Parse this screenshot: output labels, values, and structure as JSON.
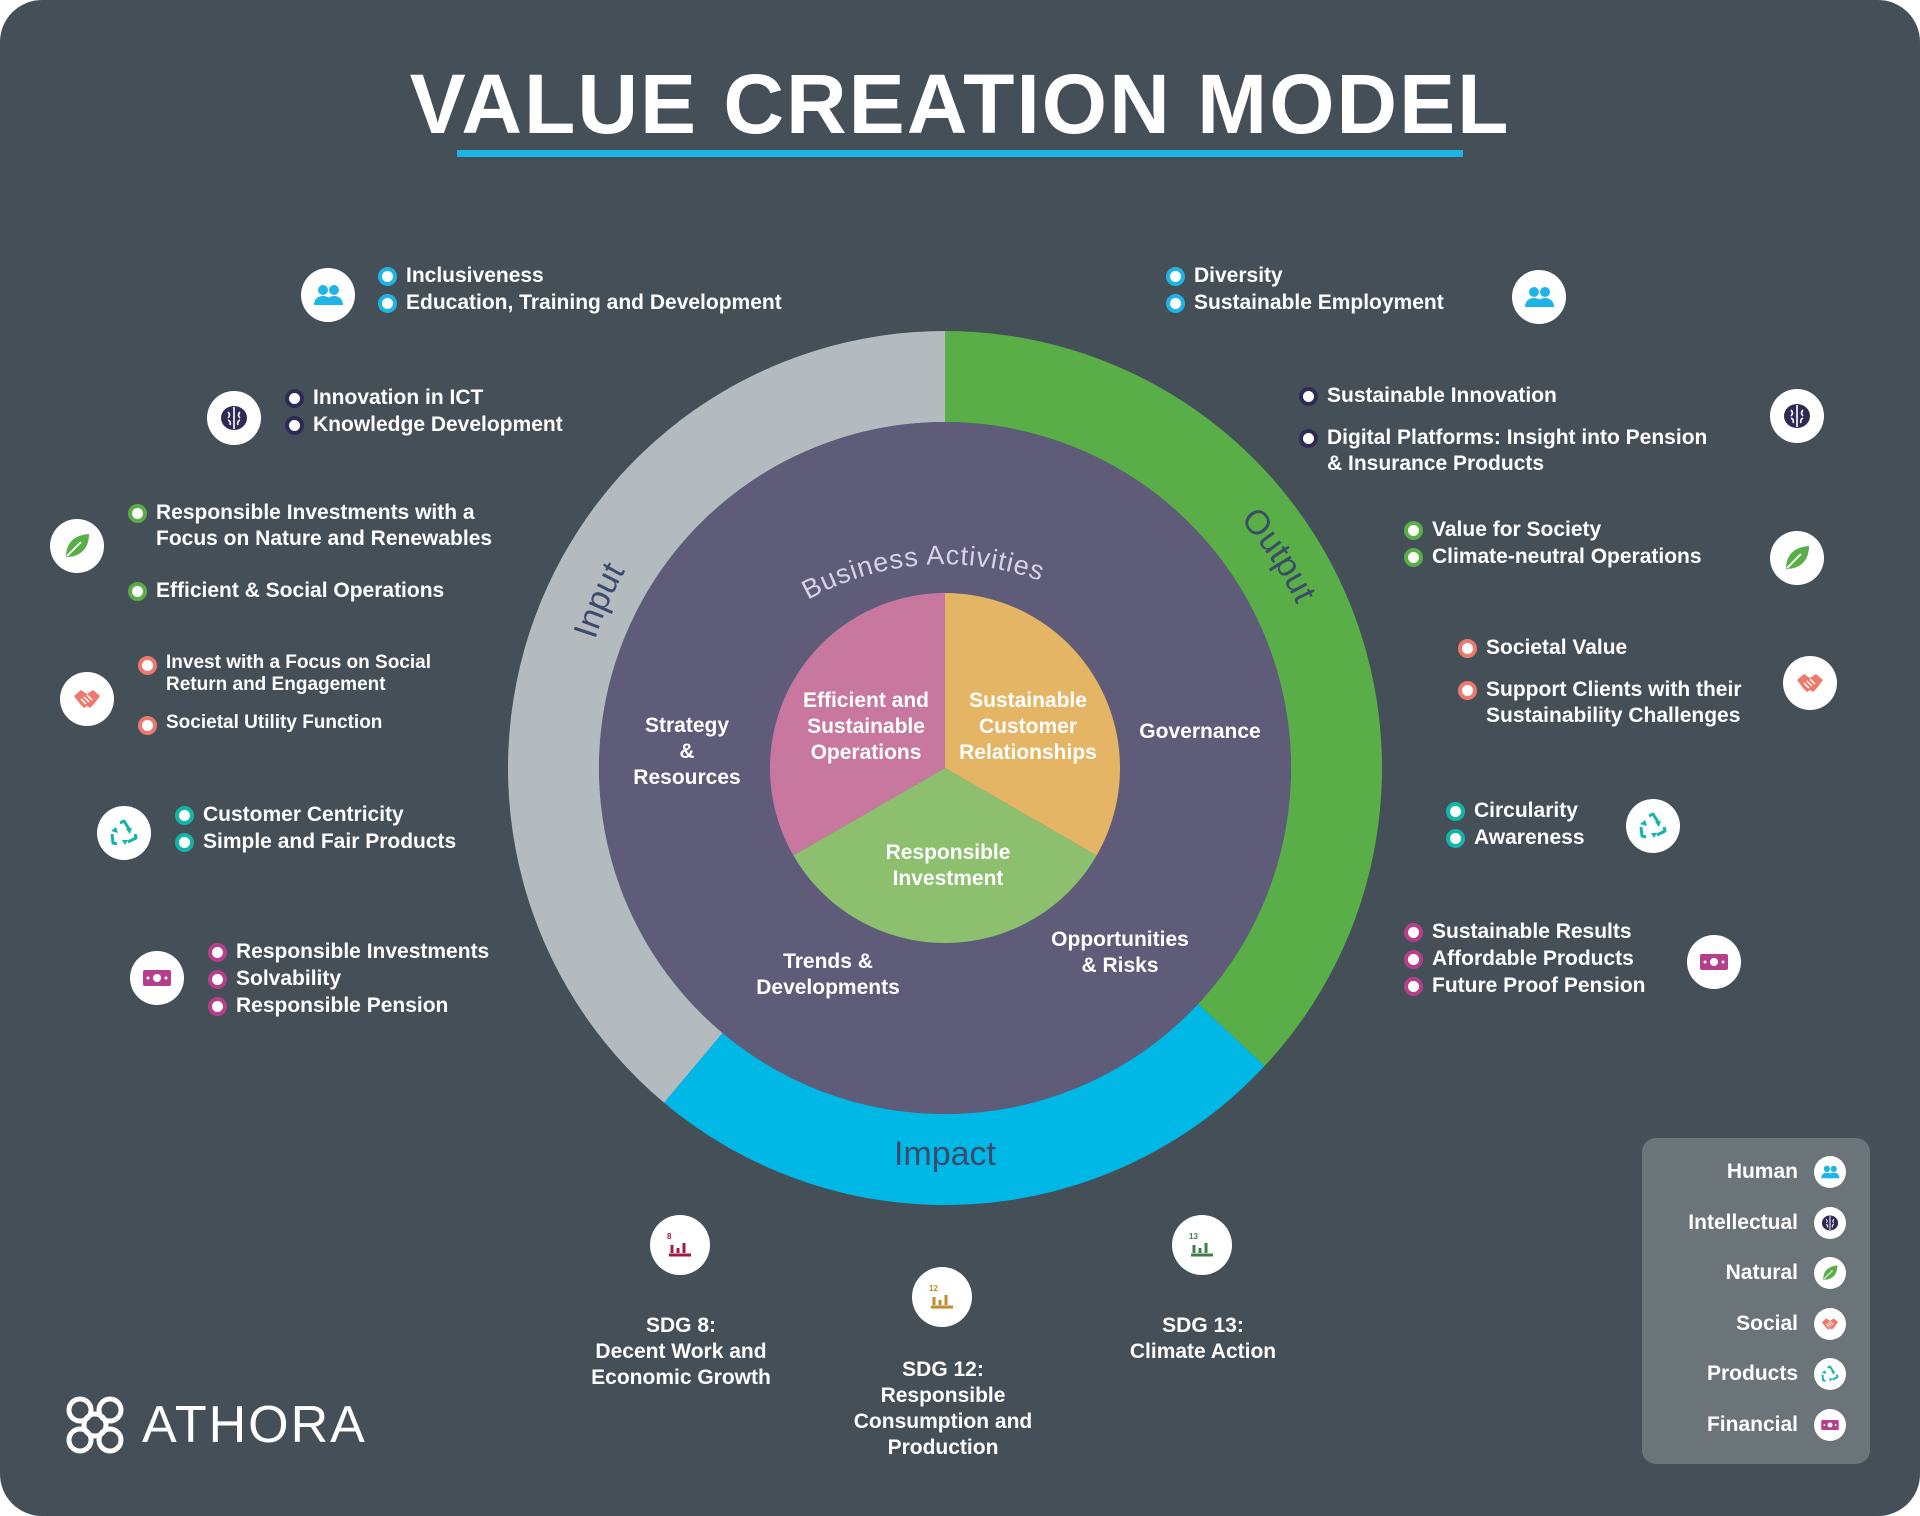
{
  "title": "VALUE CREATION MODEL",
  "brand": {
    "name": "ATHORA",
    "logo_icon": "knot-logo-icon"
  },
  "colors": {
    "background": "#444f57",
    "human": "#1fb4e6",
    "intellectual": "#2e2a56",
    "natural": "#5aae47",
    "social": "#ec7a6c",
    "products": "#13b5a8",
    "financial": "#b63f8d",
    "input_ring": "#b3bbbe",
    "output_ring": "#5aae47",
    "impact_ring": "#00b8e6",
    "business_disc": "#5f5c7a",
    "pie_operations": "#c8779f",
    "pie_relationships": "#e4b564",
    "pie_investment": "#8cc06f"
  },
  "diagram": {
    "rings": {
      "input": "Input",
      "output": "Output",
      "impact": "Impact"
    },
    "business_activities": "Business Activities",
    "segments": {
      "strategy": "Strategy\n&\nResources",
      "governance": "Governance",
      "trends": "Trends &\nDevelopments",
      "opportunities": "Opportunities\n& Risks"
    },
    "core": {
      "operations": "Efficient and\nSustainable\nOperations",
      "relationships": "Sustainable\nCustomer\nRelationships",
      "investment": "Responsible\nInvestment"
    }
  },
  "inputs": [
    {
      "capital": "human",
      "icon": "people-icon",
      "items": [
        "Inclusiveness",
        "Education, Training and Development"
      ]
    },
    {
      "capital": "intellectual",
      "icon": "brain-icon",
      "items": [
        "Innovation in ICT",
        "Knowledge Development"
      ]
    },
    {
      "capital": "natural",
      "icon": "leaf-icon",
      "items": [
        "Responsible Investments with a\nFocus on Nature and Renewables",
        "Efficient & Social Operations"
      ]
    },
    {
      "capital": "social",
      "icon": "handshake-icon",
      "items": [
        "Invest with a Focus on Social\nReturn and Engagement",
        "Societal Utility Function"
      ]
    },
    {
      "capital": "products",
      "icon": "recycle-icon",
      "items": [
        "Customer Centricity",
        "Simple and Fair Products"
      ]
    },
    {
      "capital": "financial",
      "icon": "banknote-icon",
      "items": [
        "Responsible Investments",
        "Solvability",
        "Responsible Pension"
      ]
    }
  ],
  "outputs": [
    {
      "capital": "human",
      "icon": "people-icon",
      "items": [
        "Diversity",
        "Sustainable Employment"
      ]
    },
    {
      "capital": "intellectual",
      "icon": "brain-icon",
      "items": [
        "Sustainable Innovation",
        "Digital Platforms: Insight into Pension\n& Insurance Products"
      ]
    },
    {
      "capital": "natural",
      "icon": "leaf-icon",
      "items": [
        "Value for Society",
        "Climate-neutral Operations"
      ]
    },
    {
      "capital": "social",
      "icon": "handshake-icon",
      "items": [
        "Societal Value",
        "Support Clients with their\nSustainability Challenges"
      ]
    },
    {
      "capital": "products",
      "icon": "recycle-icon",
      "items": [
        "Circularity",
        "Awareness"
      ]
    },
    {
      "capital": "financial",
      "icon": "banknote-icon",
      "items": [
        "Sustainable Results",
        "Affordable Products",
        "Future Proof Pension"
      ]
    }
  ],
  "impacts": [
    {
      "label": "SDG 8:\nDecent Work and\nEconomic Growth",
      "icon": "sdg-8-icon",
      "icon_text": "8",
      "color": "#a21942"
    },
    {
      "label": "SDG 12:\nResponsible\nConsumption and\nProduction",
      "icon": "sdg-12-icon",
      "icon_text": "12",
      "color": "#bf8b2e"
    },
    {
      "label": "SDG 13:\nClimate Action",
      "icon": "sdg-13-icon",
      "icon_text": "13",
      "color": "#3f7e44"
    }
  ],
  "legend": [
    {
      "label": "Human",
      "capital": "human",
      "icon": "people-icon"
    },
    {
      "label": "Intellectual",
      "capital": "intellectual",
      "icon": "brain-icon"
    },
    {
      "label": "Natural",
      "capital": "natural",
      "icon": "leaf-icon"
    },
    {
      "label": "Social",
      "capital": "social",
      "icon": "handshake-icon"
    },
    {
      "label": "Products",
      "capital": "products",
      "icon": "recycle-icon"
    },
    {
      "label": "Financial",
      "capital": "financial",
      "icon": "banknote-icon"
    }
  ]
}
